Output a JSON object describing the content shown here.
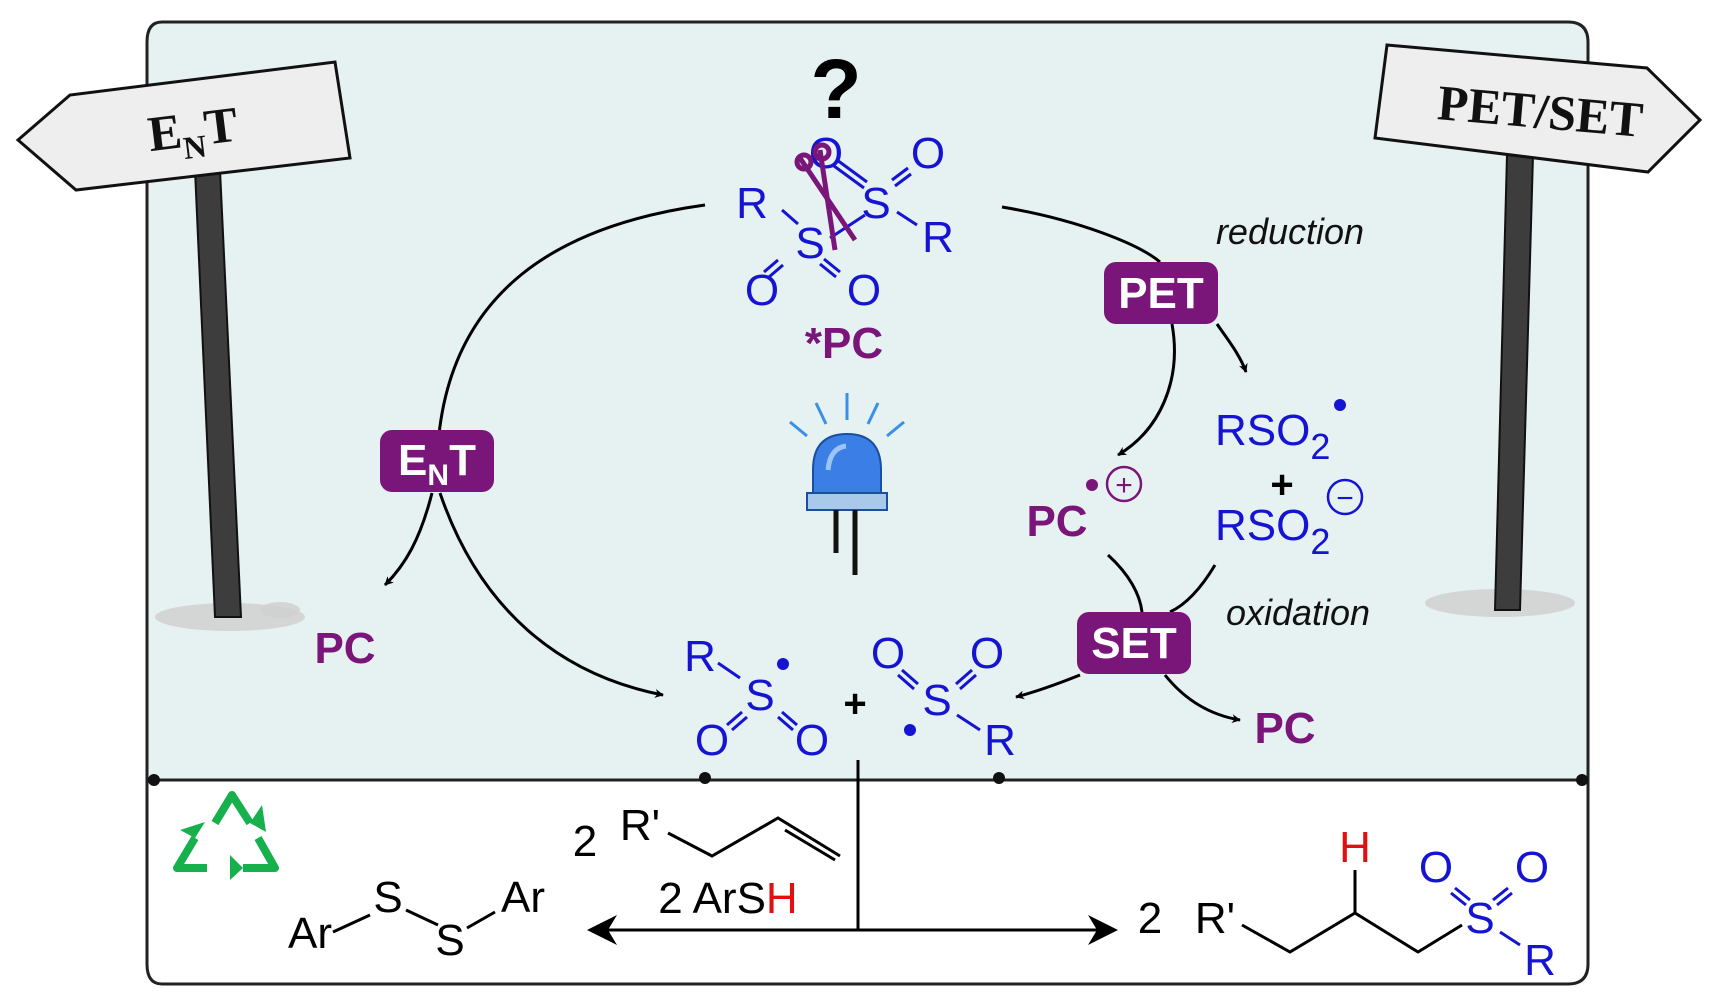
{
  "signs": {
    "left": {
      "main": "E",
      "sub": "N",
      "tail": "T"
    },
    "right": {
      "text": "PET/SET"
    }
  },
  "question_mark": "?",
  "reagent": {
    "atoms": {
      "O": "O",
      "S": "S",
      "R": "R"
    },
    "photocatalyst_excited": "*PC"
  },
  "labels": {
    "reduction": "reduction",
    "oxidation": "oxidation"
  },
  "badges": {
    "ent": {
      "main": "E",
      "sub": "N",
      "tail": "T"
    },
    "pet": "PET",
    "set": "SET"
  },
  "species": {
    "pc": "PC",
    "pc_radical_cation_charge": "+",
    "rso2": "RSO",
    "rso2_subscript": "2",
    "anion_charge": "−",
    "plus": "+"
  },
  "bottom": {
    "alkene": {
      "coef": "2",
      "rprime": "R'"
    },
    "thiol": {
      "prefix": "2 ArS",
      "h": "H"
    },
    "disulfide": {
      "ar": "Ar",
      "s": "S"
    },
    "product": {
      "coef": "2",
      "rprime": "R'",
      "h": "H",
      "o": "O",
      "s": "S",
      "r": "R"
    }
  },
  "colors": {
    "panel": "#e6f1f1",
    "blue_atoms": "#1414d2",
    "purple": "#7a1579",
    "green_recycle": "#16b04c",
    "red_h": "#e01010",
    "led_blue": "#3a7ee6"
  }
}
